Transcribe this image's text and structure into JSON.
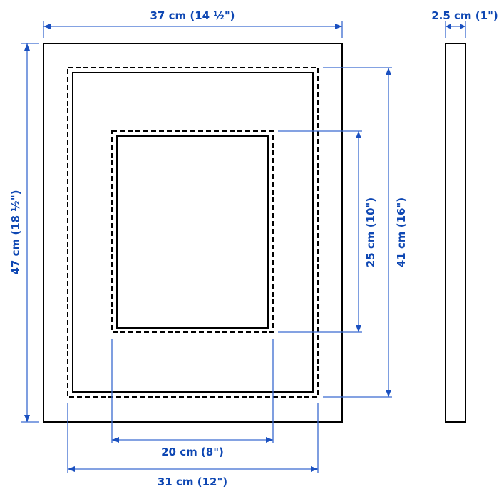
{
  "dimensions": {
    "width": "37 cm (14 ½\")",
    "height": "47 cm (18 ½\")",
    "depth": "2.5 cm (1\")",
    "mat_opening_height": "25 cm (10\")",
    "picture_height": "41 cm (16\")",
    "mat_opening_width": "20 cm (8\")",
    "picture_width": "31 cm (12\")"
  },
  "colors": {
    "dimension": "#0e47b3",
    "outline": "#000000"
  }
}
